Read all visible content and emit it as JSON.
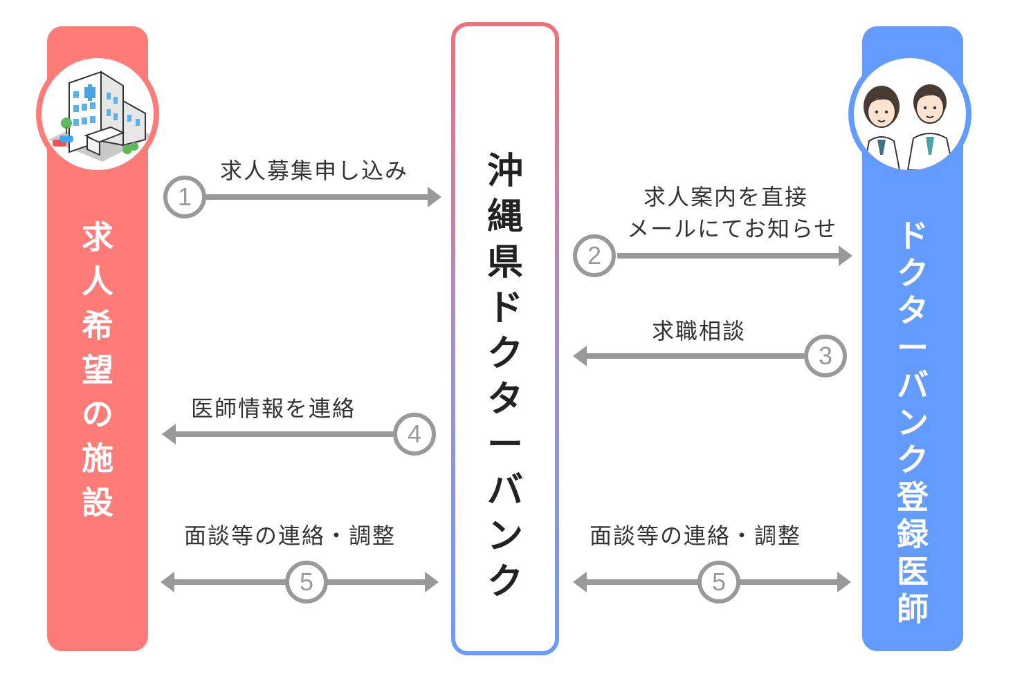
{
  "facility": {
    "title_chars": [
      "求",
      "人",
      "希",
      "望",
      "の",
      "施",
      "設"
    ],
    "color": "#ff7b78",
    "icon": "hospital-icon"
  },
  "bank": {
    "title_chars": [
      "沖",
      "縄",
      "県",
      "ド",
      "ク",
      "タ",
      "ー",
      "バ",
      "ン",
      "ク"
    ],
    "gradient": [
      "#f0717a",
      "#6b9bff"
    ]
  },
  "doctor": {
    "title_chars": [
      "ド",
      "ク",
      "タ",
      "ー",
      "バ",
      "ン",
      "ク",
      "登",
      "録",
      "医",
      "師"
    ],
    "color": "#639bff",
    "icon": "doctors-icon"
  },
  "steps": [
    {
      "number": "1",
      "label": "求人募集申し込み"
    },
    {
      "number": "2",
      "label_lines": [
        "求人案内を直接",
        "メールにてお知らせ"
      ]
    },
    {
      "number": "3",
      "label": "求職相談"
    },
    {
      "number": "4",
      "label": "医師情報を連絡"
    },
    {
      "number": "5",
      "label": "面談等の連絡・調整"
    },
    {
      "number": "5",
      "label": "面談等の連絡・調整"
    }
  ],
  "arrow_color": "#999999"
}
